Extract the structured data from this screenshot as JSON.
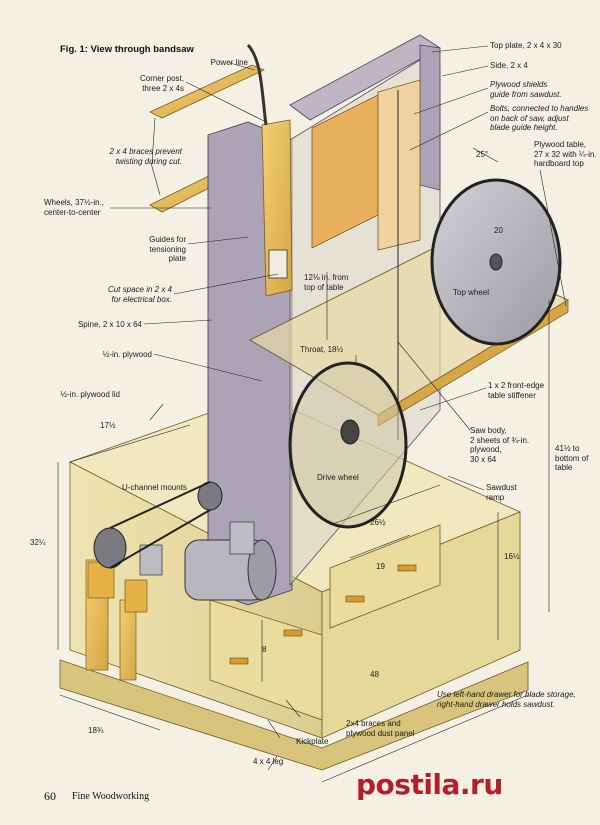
{
  "figure": {
    "title": "Fig. 1: View through bandsaw"
  },
  "labels": {
    "power_line": "Power line",
    "corner_post": "Corner post,\nthree 2 x 4s",
    "braces": "2 x 4 braces prevent\ntwisting during cut.",
    "wheels": "Wheels, 37½-in.,\ncenter-to-center",
    "guides": "Guides for\ntensioning\nplate",
    "cut_space": "Cut space in 2 x 4\nfor electrical box.",
    "spine": "Spine, 2 x 10 x 64",
    "half_plywood": "½-in. plywood",
    "plywood_lid": "½-in. plywood lid",
    "u_channel": "U-channel mounts",
    "top_plate": "Top plate, 2 x 4 x 30",
    "side": "Side, 2 x 4",
    "plywood_shields": "Plywood shields\nguide from sawdust.",
    "bolts": "Bolts, connected to handles\non back of saw, adjust\nblade guide height.",
    "plywood_table": "Plywood table,\n27 x 32 with ¼-in.\nhardboard top",
    "top_wheel": "Top wheel",
    "twelve_in": "12⅛ in. from\ntop of table",
    "throat": "Throat, 18½",
    "front_edge": "1 x 2 front-edge\ntable stiffener",
    "saw_body": "Saw body,\n2 sheets of ¾-in.\nplywood,\n30 x 64",
    "to_bottom": "41½ to\nbottom of table",
    "drive_wheel": "Drive wheel",
    "sawdust_ramp": "Sawdust\nramp",
    "drawers_note": "Use left-hand drawer for blade storage,\nright-hand drawer holds sawdust.",
    "braces_panel": "2x4 braces and\nplywood dust panel",
    "kickplate": "Kickplate",
    "leg": "4 x 4 leg"
  },
  "dimensions": {
    "angle": "25°",
    "wheel_dia": "20",
    "lid_depth": "17½",
    "height_left": "32¼",
    "width_26": "26½",
    "width_19": "19",
    "height_16": "16½",
    "drawer_8": "8",
    "length_48": "48",
    "depth_18": "18¾"
  },
  "footer": {
    "page": "60",
    "magazine": "Fine Woodworking"
  },
  "watermark": {
    "text": "postila.ru"
  },
  "colors": {
    "wood": "#e8c15a",
    "wood_dark": "#c99a3a",
    "cabinet": "#eadfa8",
    "cabinet_line": "#8a7a3a",
    "shield": "#e7ad55",
    "spine": "#a9a3b4",
    "wheel": "#2a2a2a",
    "wheel_face": "#c0bfc4",
    "watermark": "#b21f2a"
  }
}
